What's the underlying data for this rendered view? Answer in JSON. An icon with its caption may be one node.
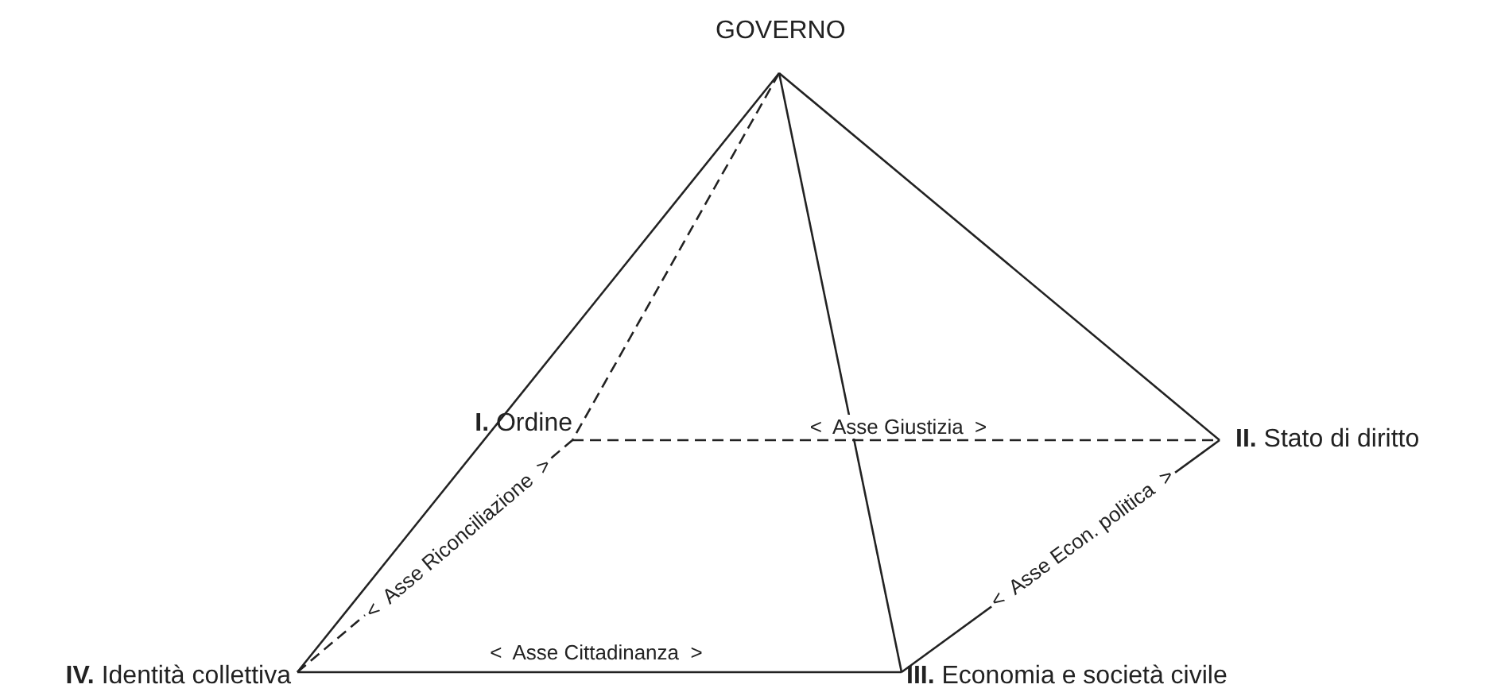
{
  "diagram": {
    "nodes": [
      {
        "text": [
          "GOVERNO"
        ]
      },
      {
        "text": [
          "**I.** Ordine"
        ]
      },
      {
        "text": [
          "**II.** Stato di diritto"
        ]
      },
      {
        "text": [
          "**III.** Economia e società civile"
        ]
      },
      {
        "text": [
          "**IV.** Identità collettiva"
        ]
      }
    ],
    "edges": [
      {
        "from": 0,
        "to": 1,
        "arrow": "none",
        "style": "dashed"
      },
      {
        "from": 0,
        "to": 2,
        "arrow": "none"
      },
      {
        "from": 0,
        "to": 3,
        "arrow": "none"
      },
      {
        "from": 0,
        "to": 4,
        "arrow": "none"
      },
      {
        "from": 1,
        "to": 2,
        "arrow": "none",
        "style": "dashed",
        "label": "<  Asse Giustizia  >"
      },
      {
        "from": 4,
        "to": 1,
        "arrow": "none",
        "style": "dashed",
        "label": "<  Asse Riconciliazione  >"
      },
      {
        "from": 4,
        "to": 3,
        "arrow": "none",
        "label": "<  Asse Cittadinanza  >"
      },
      {
        "from": 3,
        "to": 2,
        "arrow": "none",
        "label": "<  Asse Econ. politica  >"
      }
    ]
  }
}
